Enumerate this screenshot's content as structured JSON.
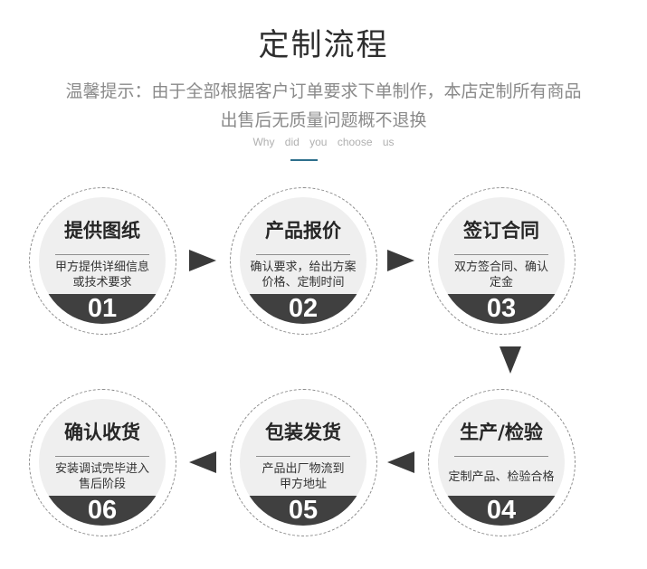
{
  "header": {
    "title": "定制流程",
    "notice_line1": "温馨提示：由于全部根据客户订单要求下单制作，本店定制所有商品",
    "notice_line2": "出售后无质量问题概不退换",
    "subtitle_en": "Why did you choose us"
  },
  "steps": [
    {
      "title": "提供图纸",
      "desc": "甲方提供详细信息\n或技术要求",
      "num": "01"
    },
    {
      "title": "产品报价",
      "desc": "确认要求，给出方案\n价格、定制时间",
      "num": "02"
    },
    {
      "title": "签订合同",
      "desc": "双方签合同、确认\n定金",
      "num": "03"
    },
    {
      "title": "生产/检验",
      "desc": "定制产品、检验合格",
      "num": "04"
    },
    {
      "title": "包装发货",
      "desc": "产品出厂物流到\n甲方地址",
      "num": "05"
    },
    {
      "title": "确认收货",
      "desc": "安装调试完毕进入\n售后阶段",
      "num": "06"
    }
  ],
  "colors": {
    "accent_underline": "#2d6f8c",
    "number_band": "#404040",
    "arrow": "#3a3a3a"
  }
}
